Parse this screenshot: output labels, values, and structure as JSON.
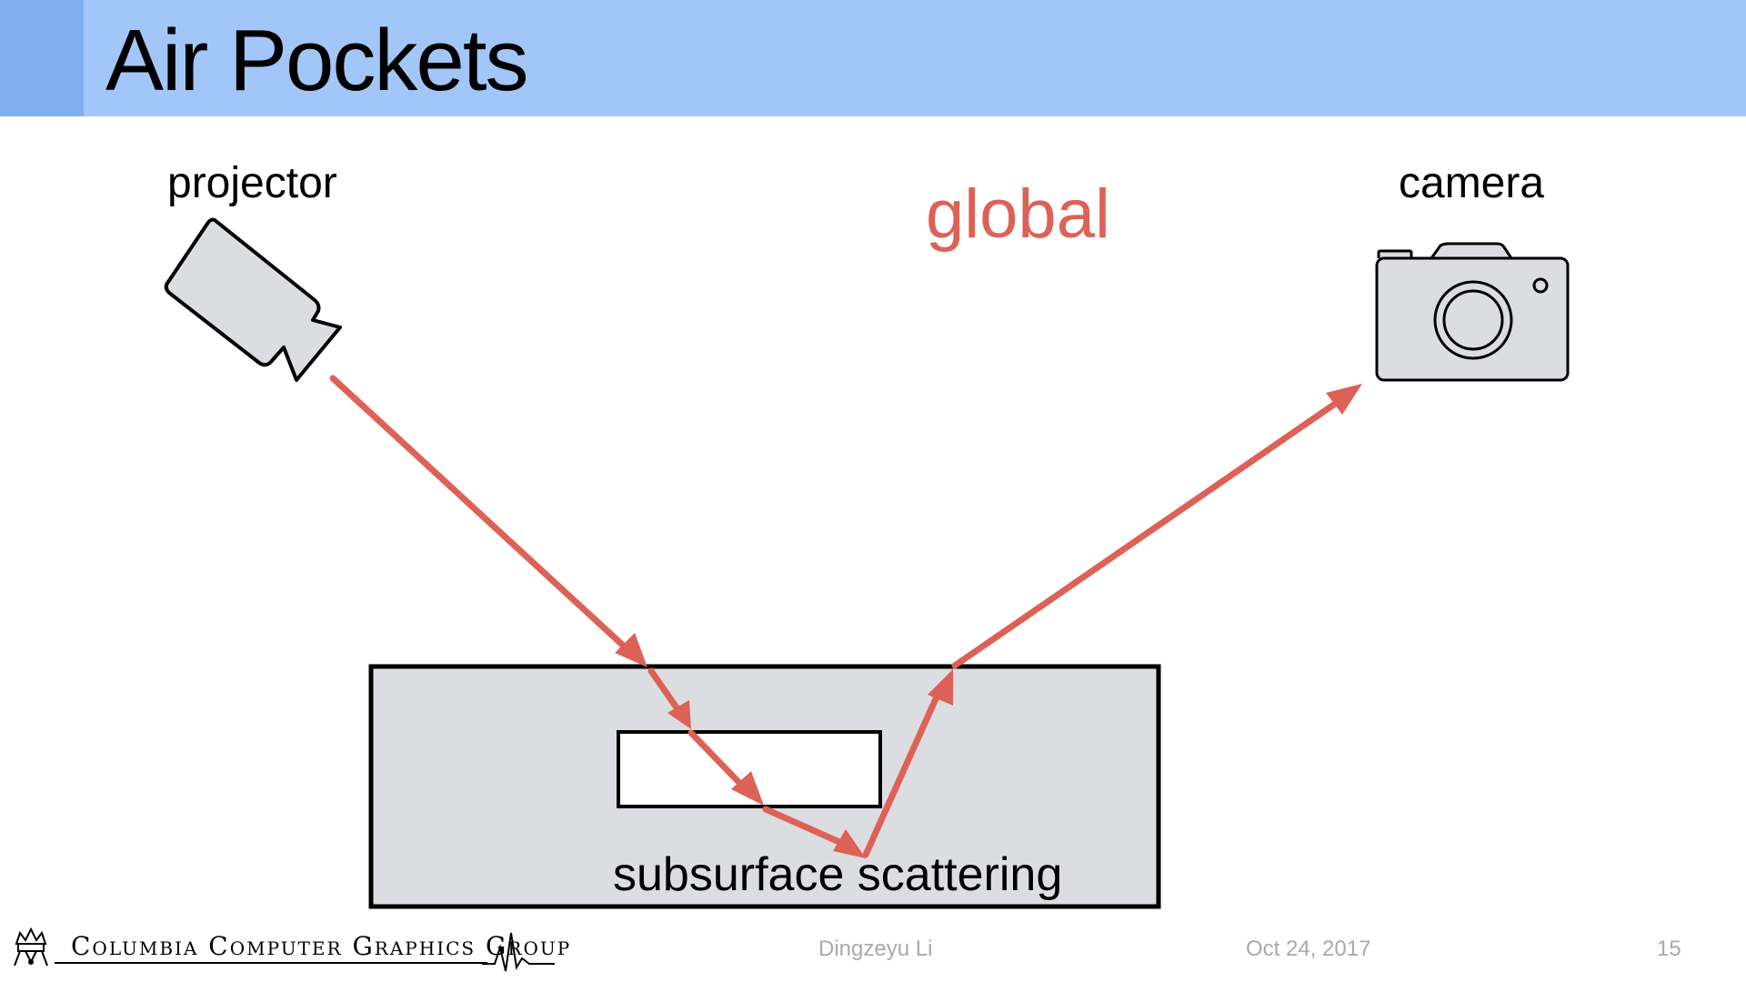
{
  "slide": {
    "title": "Air Pockets"
  },
  "diagram": {
    "projector_label": "projector",
    "camera_label": "camera",
    "global_label": "global",
    "subsurface_label": "subsurface scattering",
    "ray_color": "#dd6157",
    "material_fill": "#dcdde0",
    "header_color": "#a2c6f8",
    "header_accent_color": "#7eb0f2",
    "icons": [
      "projector-icon",
      "camera-icon"
    ]
  },
  "footer": {
    "logo_text": "Columbia Computer Graphics Group",
    "author": "Dingzeyu Li",
    "date": "Oct 24, 2017",
    "page": "15"
  }
}
